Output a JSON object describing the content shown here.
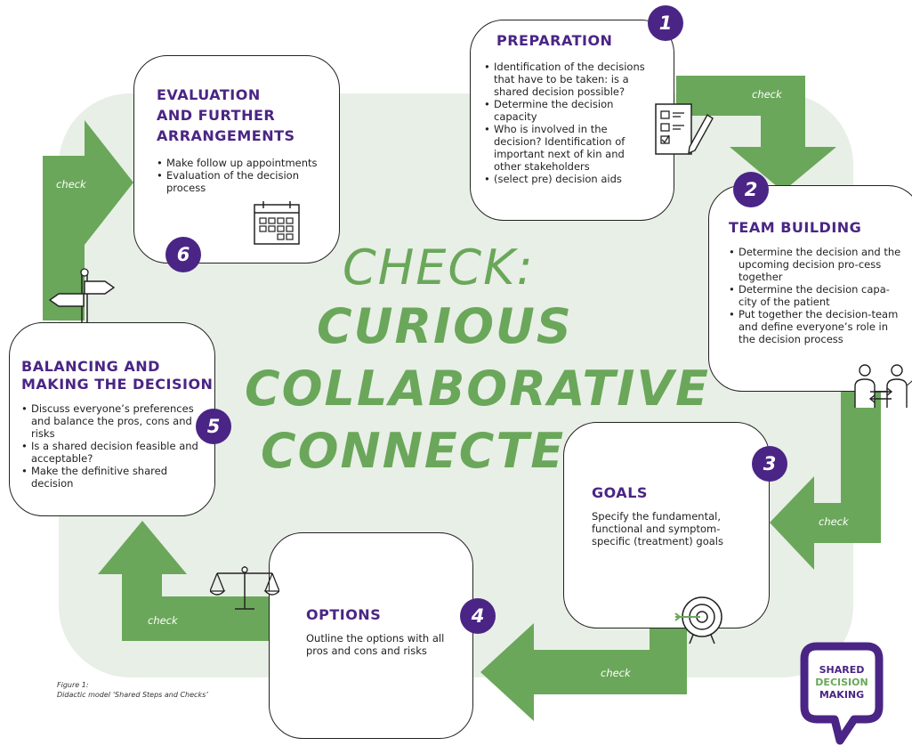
{
  "center_text": [
    "CHECK:",
    "CURIOUS",
    "COLLABORATIVE",
    "CONNECTED"
  ],
  "check_label": "check",
  "steps": [
    {
      "number": "1",
      "title": [
        "PREPARATION"
      ],
      "bullets": [
        "Identification of the decisions that have to be taken: is a shared decision possible?",
        "Determine the decision capacity",
        "Who is involved in the decision? Identification of important next of kin and other stakeholders",
        "(select pre) decision aids"
      ],
      "icon": "checklist-icon"
    },
    {
      "number": "2",
      "title": [
        "TEAM BUILDING"
      ],
      "bullets": [
        "Determine the decision and the upcoming decision pro-cess together",
        "Determine the decision capa-city of the patient",
        "Put together the decision-team and define everyone’s role in the decision process"
      ],
      "icon": "team-exchange-icon"
    },
    {
      "number": "3",
      "title": [
        "GOALS"
      ],
      "text": "Specify the fundamental, functional and symptom-specific (treatment) goals",
      "icon": "target-icon"
    },
    {
      "number": "4",
      "title": [
        "OPTIONS"
      ],
      "text": "Outline the options with all pros and cons and risks",
      "icon": "scales-icon"
    },
    {
      "number": "5",
      "title": [
        "BALANCING AND",
        "MAKING THE DECISION"
      ],
      "bullets": [
        "Discuss everyone’s preferences and balance the pros, cons and risks",
        "Is a shared decision feasible and acceptable?",
        "Make the definitive shared decision"
      ],
      "icon": "signpost-icon"
    },
    {
      "number": "6",
      "title": [
        "EVALUATION",
        "AND FURTHER",
        "ARRANGEMENTS"
      ],
      "bullets": [
        "Make follow up appointments",
        "Evaluation of the decision process"
      ],
      "icon": "calendar-icon"
    }
  ],
  "caption": [
    "Figure 1:",
    "Didactic model ‘Shared Steps and Checks’"
  ],
  "logo": {
    "lines": [
      "SHARED",
      "DECISION",
      "MAKING"
    ],
    "colors": [
      "#4a2585",
      "#6aa75a",
      "#4a2585"
    ]
  },
  "colors": {
    "purple": "#4a2585",
    "green": "#6aa75a",
    "background": "#e8efe6"
  }
}
